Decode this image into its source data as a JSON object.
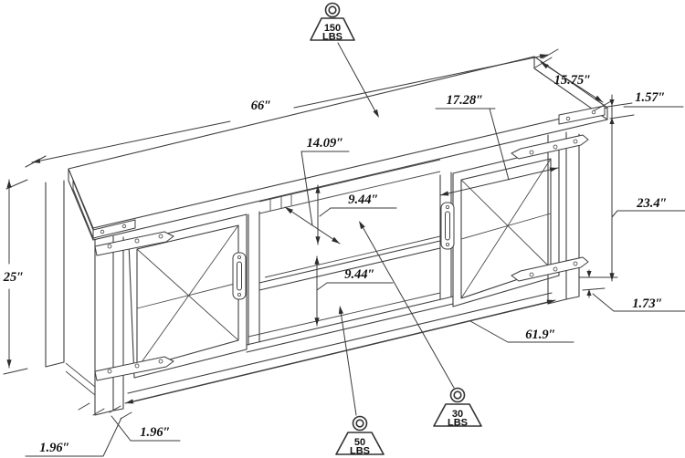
{
  "diagram": {
    "product": "tv-stand-dimension-diagram",
    "dims": {
      "top_width": "66″",
      "top_depth": "15.75″",
      "top_thickness": "1.57″",
      "door_width": "17.28″",
      "interior_depth": "14.09″",
      "upper_shelf_height": "9.44″",
      "lower_shelf_height": "9.44″",
      "overall_height": "25″",
      "side_height": "23.4″",
      "base_thickness": "1.73″",
      "base_width": "61.9″",
      "leg_width": "1.96″",
      "leg_depth": "1.96″"
    },
    "weights": {
      "top": {
        "value": "150",
        "unit": "LBS"
      },
      "lower_shelf": {
        "value": "50",
        "unit": "LBS"
      },
      "middle_shelf": {
        "value": "30",
        "unit": "LBS"
      }
    }
  }
}
